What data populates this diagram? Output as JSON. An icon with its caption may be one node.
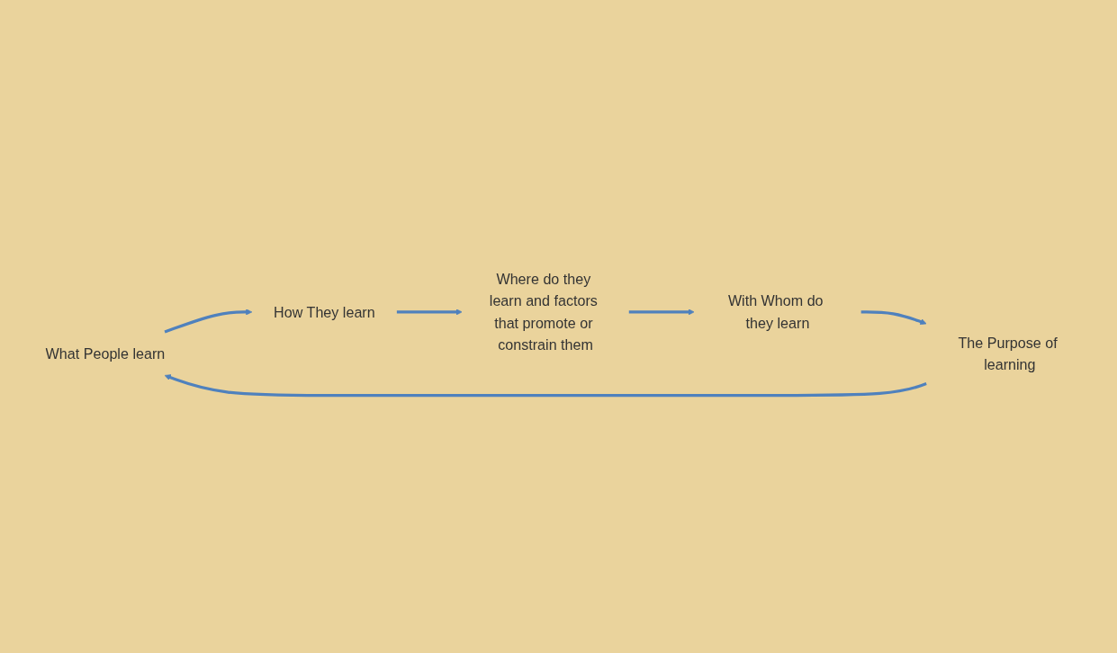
{
  "diagram": {
    "nodes": [
      {
        "text": [
          "What People learn"
        ]
      },
      {
        "text": [
          "How They learn"
        ]
      },
      {
        "text": [
          "Where do they learn and factors that promote or constrain them"
        ]
      },
      {
        "text": [
          "With Whom do they learn"
        ]
      },
      {
        "text": [
          "The Purpose of learning"
        ]
      }
    ],
    "edges": [
      {
        "from": 0,
        "to": 1,
        "arrow": "to"
      },
      {
        "from": 1,
        "to": 2,
        "arrow": "to"
      },
      {
        "from": 2,
        "to": 3,
        "arrow": "to"
      },
      {
        "from": 3,
        "to": 4,
        "arrow": "to"
      },
      {
        "from": 4,
        "to": 0,
        "arrow": "to"
      }
    ]
  }
}
